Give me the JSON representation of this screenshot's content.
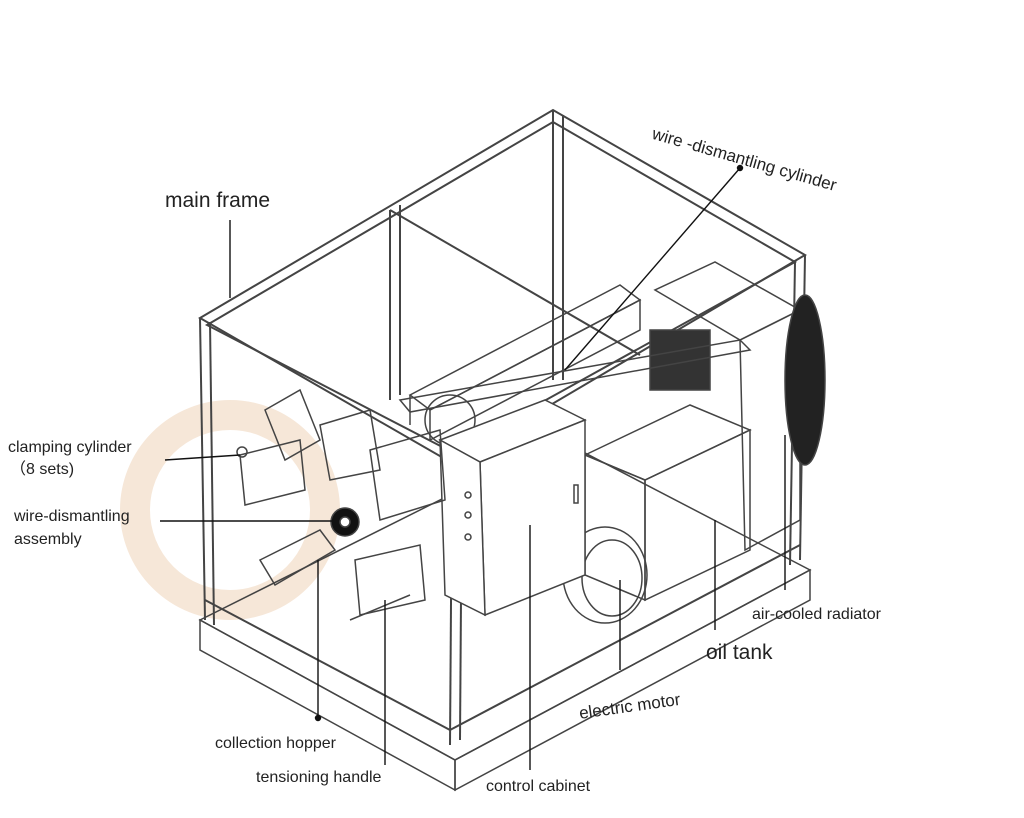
{
  "labels": {
    "main_frame": "main frame",
    "wire_cylinder": "wire -dismantling cylinder",
    "clamping_cylinder": "clamping cylinder",
    "clamping_sets": "（8 sets)",
    "wire_assembly_1": "wire-dismantling",
    "wire_assembly_2": "assembly",
    "collection_hopper": "collection hopper",
    "tensioning_handle": "tensioning handle",
    "control_cabinet": "control cabinet",
    "electric_motor": "electric motor",
    "oil_tank": "oil tank",
    "radiator": "air-cooled radiator"
  },
  "colors": {
    "line": "#333333",
    "watermark": "#f3e4d6"
  }
}
